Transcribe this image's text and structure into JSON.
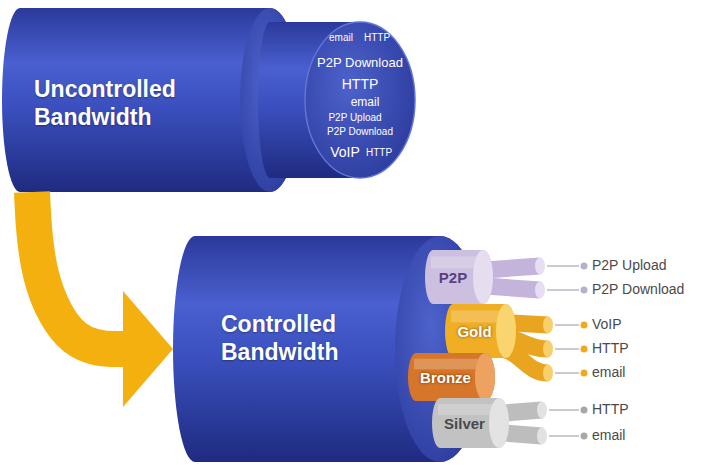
{
  "diagram": {
    "nodes": [
      {
        "text": [
          "Uncontrolled Bandwidth"
        ]
      },
      {
        "text": [
          "email",
          "HTTP",
          "P2P Download",
          "HTTP",
          "email",
          "P2P Upload",
          "P2P Download",
          "VoIP",
          "HTTP"
        ]
      },
      {
        "text": [
          "Controlled Bandwidth"
        ]
      },
      {
        "text": [
          "P2P"
        ],
        "in": 2
      },
      {
        "text": [
          "Gold"
        ],
        "in": 2
      },
      {
        "text": [
          "Bronze"
        ],
        "in": 2
      },
      {
        "text": [
          "Silver"
        ],
        "in": 2
      }
    ],
    "edges": [
      {
        "from": 0,
        "to": 2,
        "arrow": "to"
      }
    ],
    "labels": [
      "P2P Upload",
      "P2P Download",
      "VoIP",
      "HTTP",
      "email",
      "HTTP",
      "email"
    ]
  }
}
